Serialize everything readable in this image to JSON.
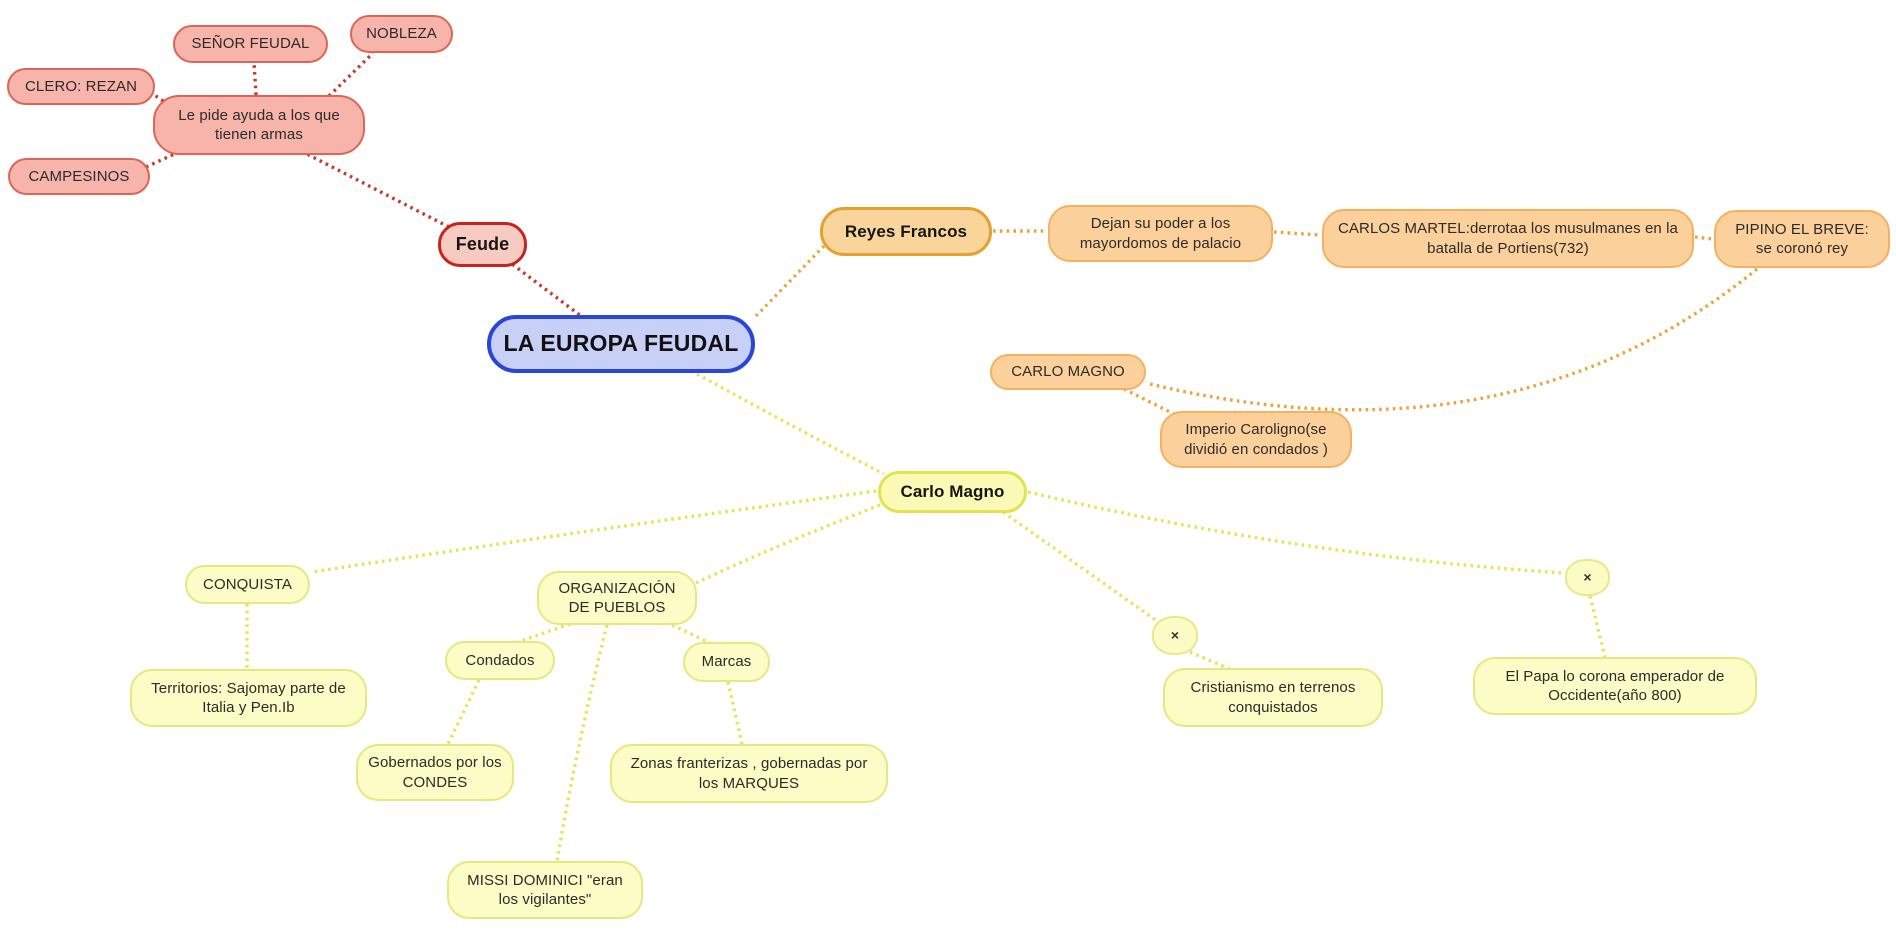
{
  "diagram": {
    "colors": {
      "root_fill": "#c9d0f8",
      "root_border": "#2946d9",
      "red_branch_line": "#c43a2c",
      "pink_fill": "#f6b4aa",
      "pink_border": "#dd6557",
      "orange_branch_line": "#e9a43f",
      "orange_fill": "#fbd09a",
      "yellow_branch_line": "#e4e455",
      "yellow_fill": "#fcfcc6"
    },
    "nodes": {
      "root": "LA EUROPA FEUDAL",
      "feude": "Feude",
      "le_pide": "Le pide ayuda a los que tienen armas",
      "senor_feudal": "SEÑOR FEUDAL",
      "nobleza": "NOBLEZA",
      "clero": "CLERO: REZAN",
      "campesinos": "CAMPESINOS",
      "reyes_francos": "Reyes Francos",
      "mayordomos": "Dejan su poder a los mayordomos de palacio",
      "carlos_martel": "CARLOS MARTEL:derrotaa los musulmanes en la batalla de Portiens(732)",
      "pipino": "PIPINO EL BREVE: se coronó rey",
      "carlo_magno_orange": "CARLO MAGNO",
      "imperio": "Imperio Caroligno(se dividió en condados )",
      "carlo_magno": "Carlo Magno",
      "conquista": "CONQUISTA",
      "territorios": "Territorios: Sajomay parte de Italia y Pen.Ib",
      "organizacion": "ORGANIZACIÓN DE PUEBLOS",
      "condados": "Condados",
      "marcas": "Marcas",
      "gobernados": "Gobernados por los CONDES",
      "zonas": "Zonas franterizas , gobernadas por los MARQUES",
      "missi": "MISSI DOMINICI \"eran los vigilantes\"",
      "x_left": "×",
      "x_right": "×",
      "cristianismo": "Cristianismo en terrenos conquistados",
      "papa": "El Papa lo corona emperador de Occidente(año 800)"
    }
  }
}
